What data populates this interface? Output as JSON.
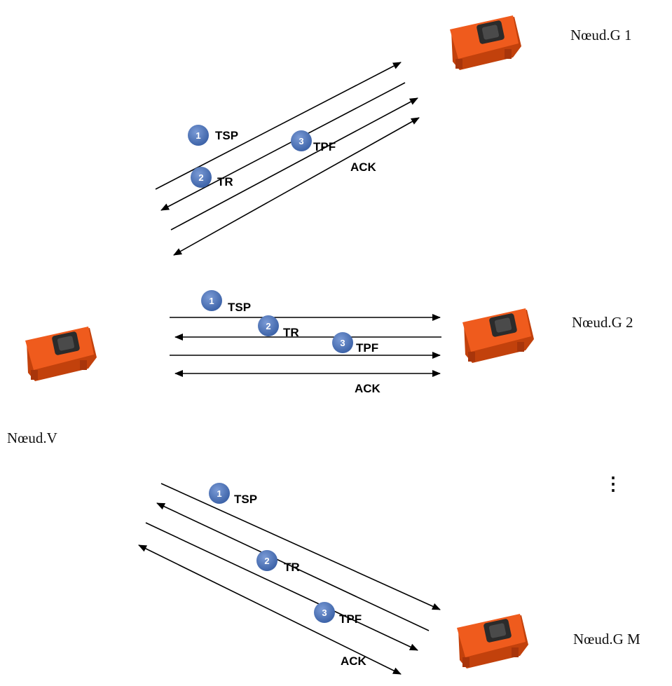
{
  "nodes": {
    "source": {
      "label": "Nœud.V"
    },
    "gateway_1": {
      "label": "Nœud.G  1"
    },
    "gateway_2": {
      "label": "Nœud.G  2"
    },
    "gateway_m": {
      "label": "Nœud.G  M"
    },
    "ellipsis": "⋮"
  },
  "messages": {
    "tsp": "TSP",
    "tr": "TR",
    "tpf": "TPF",
    "ack": "ACK"
  },
  "steps": [
    "1",
    "2",
    "3"
  ],
  "colors": {
    "device_body": "#ee5a1c",
    "device_shadow": "#c2410c",
    "device_screen": "#2b2b2b",
    "step_badge": "#4a72b8",
    "arrow": "#000000"
  }
}
